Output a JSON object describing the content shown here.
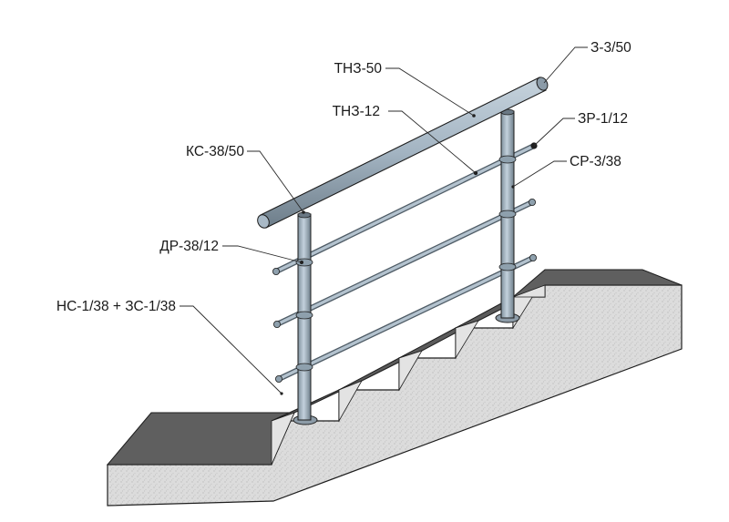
{
  "labels": {
    "cap": "З-3/50",
    "handrail_tube": "ТНЗ-50",
    "rail_tube": "ТНЗ-12",
    "end_cap_rail": "ЗР-1/12",
    "connector_handrail": "КС-38/50",
    "post_holder": "СР-3/38",
    "rail_holder": "ДР-38/12",
    "base_flange": "НС-1/38 + ЗС-1/38"
  },
  "colors": {
    "stone_front": "#dedede",
    "stone_top": "#5f5f5f",
    "tread": "#5a5a5a",
    "riser": "#e0e0e0",
    "steel": "#a7b8c6",
    "steel_dark": "#5b6a76",
    "outline": "#1e1e1e"
  }
}
